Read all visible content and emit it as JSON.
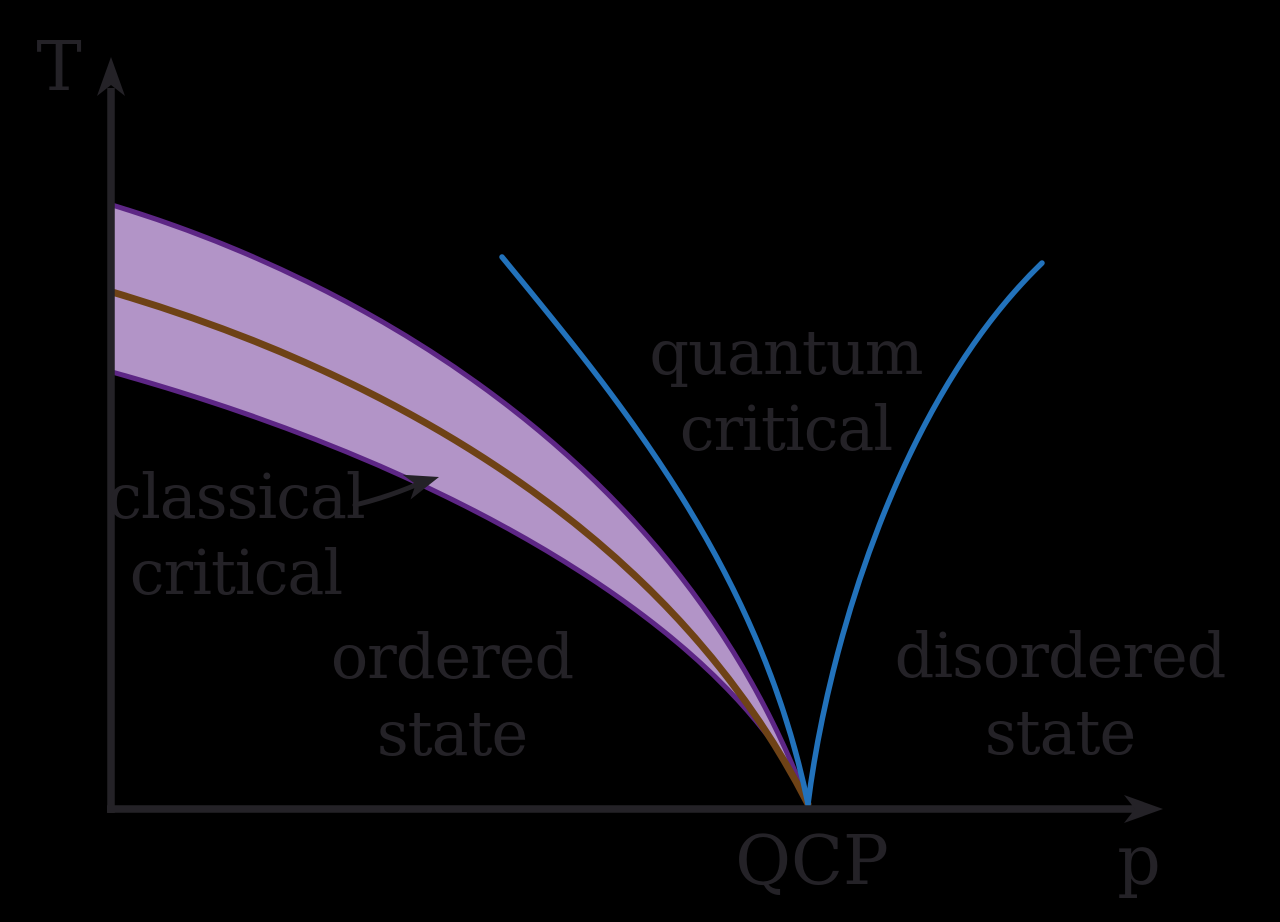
{
  "colors": {
    "background": "#000000",
    "ink": "#242227",
    "band_fill": "#b294c7",
    "band_edge": "#5d2685",
    "classical_transition_line": "#6e4216",
    "quantum_crossover_line": "#2272bb"
  },
  "axes": {
    "y_label": "T",
    "x_label": "p"
  },
  "labels": {
    "quantum_critical": [
      "quantum",
      "critical"
    ],
    "classical_critical": [
      "classical",
      "critical"
    ],
    "ordered_state": [
      "ordered",
      "state"
    ],
    "disordered_state": [
      "disordered",
      "state"
    ],
    "qcp": "QCP"
  }
}
